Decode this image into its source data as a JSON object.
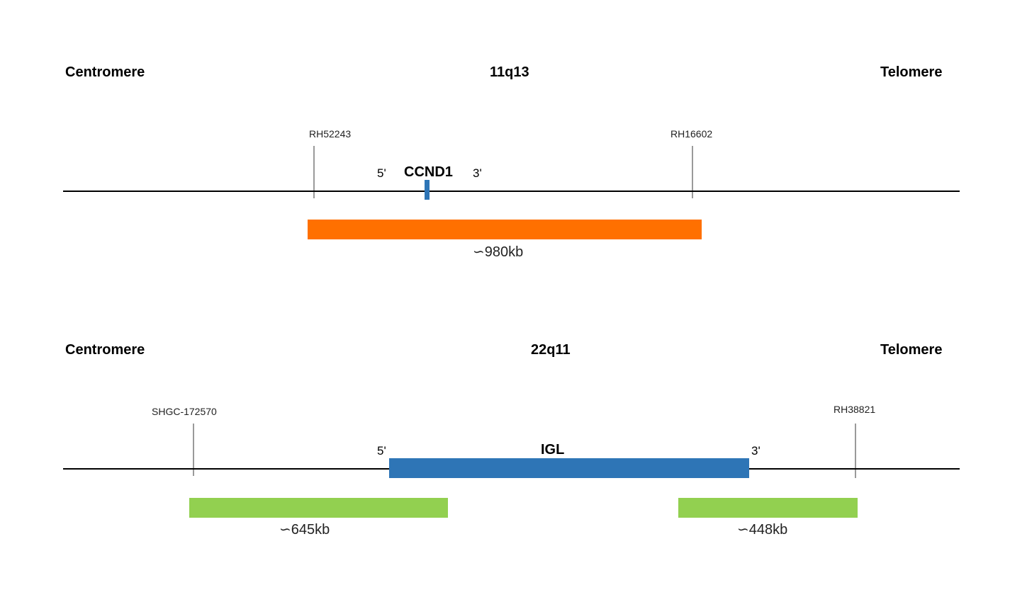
{
  "colors": {
    "orange": "#FF7000",
    "blue": "#2E75B6",
    "green": "#92D050",
    "marker_line": "#9A9A9A"
  },
  "panel1": {
    "left_end": "Centromere",
    "band": "11q13",
    "right_end": "Telomere",
    "marker_left": "RH52243",
    "marker_right": "RH16602",
    "five_prime": "5'",
    "three_prime": "3'",
    "gene": "CCND1",
    "probe_size": "∽980kb"
  },
  "panel2": {
    "left_end": "Centromere",
    "band": "22q11",
    "right_end": "Telomere",
    "marker_left": "SHGC-172570",
    "marker_right": "RH38821",
    "five_prime": "5'",
    "three_prime": "3'",
    "gene": "IGL",
    "probe_left_size": "∽645kb",
    "probe_right_size": "∽448kb"
  }
}
